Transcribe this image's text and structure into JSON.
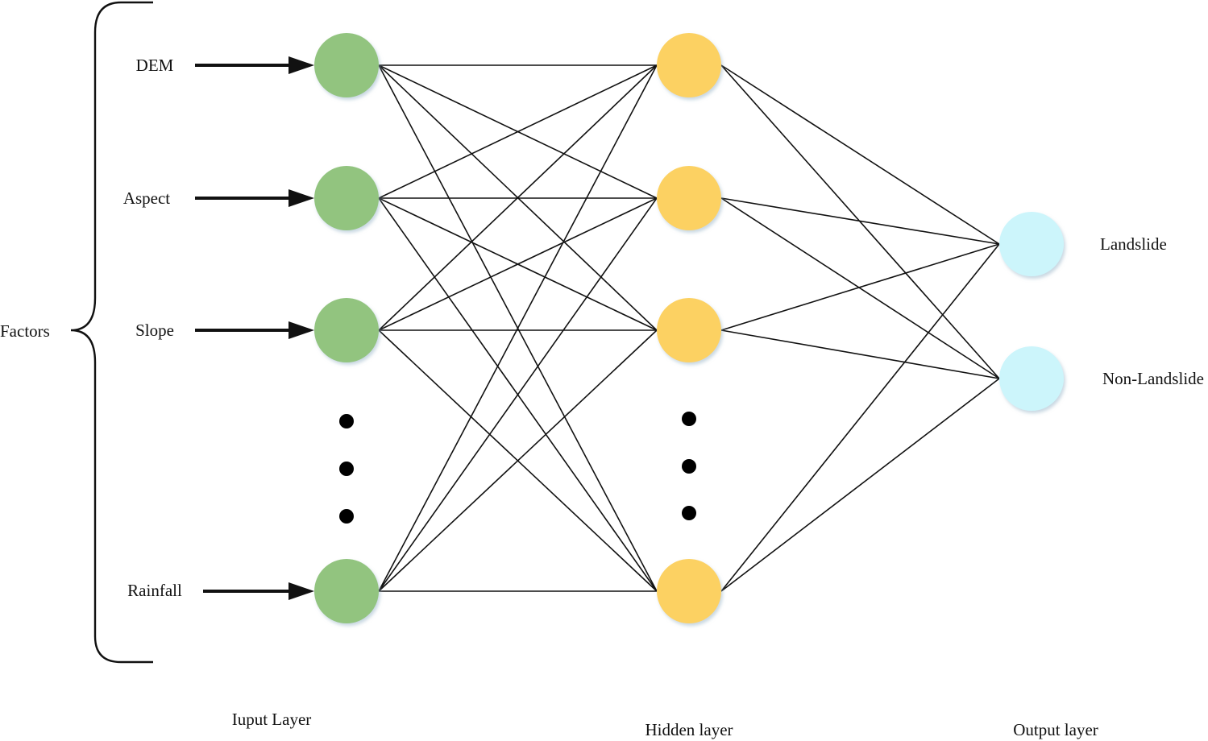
{
  "factors_label": "Factors",
  "inputs": [
    {
      "label": "DEM"
    },
    {
      "label": "Aspect"
    },
    {
      "label": "Slope"
    },
    {
      "label": "Rainfall"
    }
  ],
  "outputs": [
    {
      "label": "Landslide"
    },
    {
      "label": "Non-Landslide"
    }
  ],
  "layer_labels": {
    "input": "Iuput Layer",
    "hidden": "Hidden layer",
    "output": "Output layer"
  },
  "colors": {
    "input_node": "#92c47f",
    "hidden_node": "#fcd162",
    "output_node": "#ccf5fb",
    "lines": "#111111"
  },
  "icons": {
    "ellipsis": "vertical-ellipsis-dots",
    "arrow": "right-arrow",
    "brace": "left-curly-brace"
  }
}
